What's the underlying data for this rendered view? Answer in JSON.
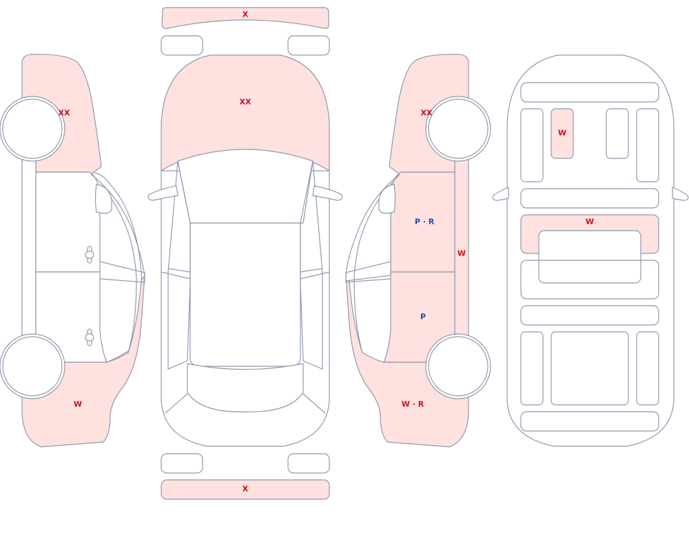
{
  "colors": {
    "outline": "#8e98ac",
    "damage_fill": "#ffe1df",
    "damage_text": "#c1121f",
    "info_text": "#1d4ea8"
  },
  "labels": {
    "front_bumper": "X",
    "hood": "XX",
    "rear_bumper": "X",
    "left_front_fender": "XX",
    "left_rear_quarter": "W",
    "right_front_fender": "XX",
    "right_front_door": "P · R",
    "right_rocker": "W",
    "right_rear_door": "P",
    "right_rear_quarter": "W · R",
    "interior_item": "W",
    "interior_dash": "W"
  }
}
